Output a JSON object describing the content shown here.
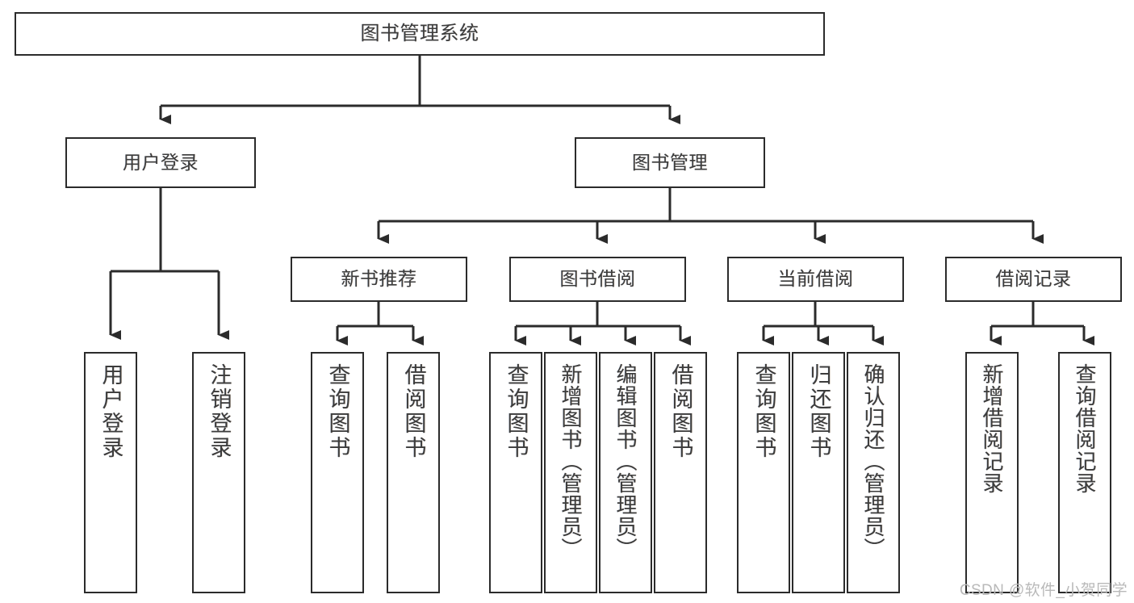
{
  "diagram": {
    "title": "图书管理系统",
    "type": "hierarchy-tree",
    "root": {
      "label": "图书管理系统"
    },
    "level1": [
      {
        "id": "user-login",
        "label": "用户登录"
      },
      {
        "id": "book-manage",
        "label": "图书管理"
      }
    ],
    "level2": [
      {
        "id": "new-book-recommend",
        "label": "新书推荐",
        "parent": "book-manage"
      },
      {
        "id": "book-borrow",
        "label": "图书借阅",
        "parent": "book-manage"
      },
      {
        "id": "current-borrow",
        "label": "当前借阅",
        "parent": "book-manage"
      },
      {
        "id": "borrow-record",
        "label": "借阅记录",
        "parent": "book-manage"
      }
    ],
    "leaves": [
      {
        "id": "leaf-user-login",
        "label": "用户登录",
        "parent": "user-login"
      },
      {
        "id": "leaf-logout-login",
        "label": "注销登录",
        "parent": "user-login"
      },
      {
        "id": "leaf-query-book-1",
        "label": "查询图书",
        "parent": "new-book-recommend"
      },
      {
        "id": "leaf-borrow-book-1",
        "label": "借阅图书",
        "parent": "new-book-recommend"
      },
      {
        "id": "leaf-query-book-2",
        "label": "查询图书",
        "parent": "book-borrow"
      },
      {
        "id": "leaf-add-book",
        "label": "新增图书（管理员）",
        "parent": "book-borrow"
      },
      {
        "id": "leaf-edit-book",
        "label": "编辑图书（管理员）",
        "parent": "book-borrow"
      },
      {
        "id": "leaf-borrow-book-2",
        "label": "借阅图书",
        "parent": "book-borrow"
      },
      {
        "id": "leaf-query-book-3",
        "label": "查询图书",
        "parent": "current-borrow"
      },
      {
        "id": "leaf-return-book",
        "label": "归还图书",
        "parent": "current-borrow"
      },
      {
        "id": "leaf-confirm-return",
        "label": "确认归还（管理员）",
        "parent": "current-borrow"
      },
      {
        "id": "leaf-add-record",
        "label": "新增借阅记录",
        "parent": "borrow-record"
      },
      {
        "id": "leaf-query-record",
        "label": "查询借阅记录",
        "parent": "borrow-record"
      }
    ],
    "watermark": "CSDN @软件_小贺同学",
    "colors": {
      "stroke": "#2b2b2b",
      "text": "#3c3c3c",
      "background": "#ffffff",
      "watermark": "#b9b9b9"
    }
  }
}
